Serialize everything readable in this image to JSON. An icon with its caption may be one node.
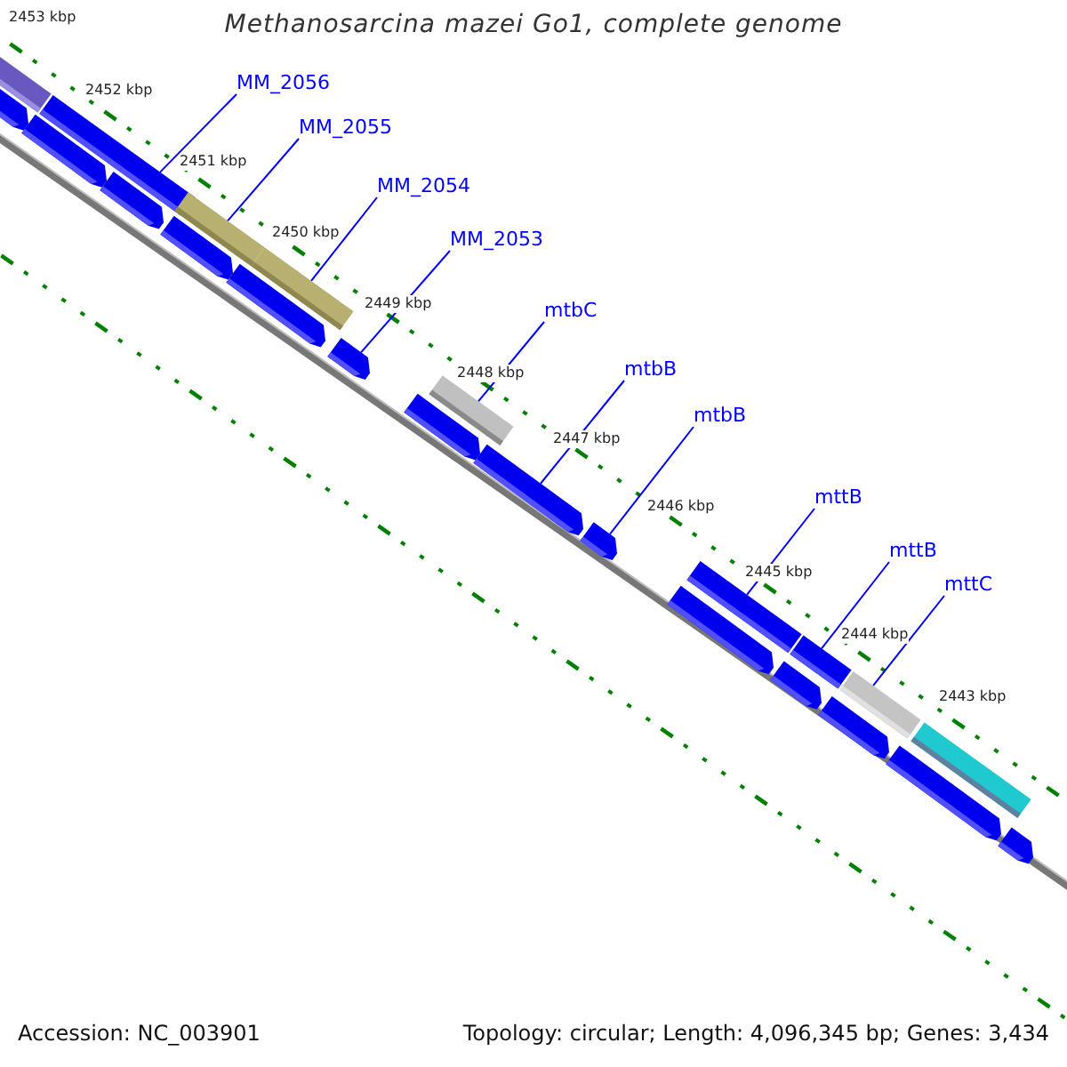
{
  "diagram": {
    "title": "Methanosarcina mazei Go1, complete genome",
    "nodes": [
      {
        "text": [
          "MM_2056"
        ]
      },
      {
        "text": [
          "MM_2055"
        ]
      },
      {
        "text": [
          "MM_2054"
        ]
      },
      {
        "text": [
          "MM_2053"
        ]
      },
      {
        "text": [
          "mtbC"
        ]
      },
      {
        "text": [
          "mtbB"
        ]
      },
      {
        "text": [
          "mtbB"
        ]
      },
      {
        "text": [
          "mttB"
        ]
      },
      {
        "text": [
          "mttB"
        ]
      },
      {
        "text": [
          "mttC"
        ]
      },
      {
        "text": [],
        "shape": "bar"
      },
      {
        "text": [],
        "shape": "pentagon"
      },
      {
        "text": [],
        "shape": "pentagon"
      },
      {
        "text": [],
        "shape": "bar"
      },
      {
        "text": [],
        "shape": "pentagon"
      },
      {
        "text": [],
        "shape": "pentagon"
      },
      {
        "text": [],
        "shape": "bar"
      },
      {
        "text": [],
        "shape": "pentagon"
      },
      {
        "text": [],
        "shape": "bar"
      },
      {
        "text": [],
        "shape": "pentagon"
      },
      {
        "text": [],
        "shape": "pentagon"
      },
      {
        "text": [],
        "shape": "bar"
      },
      {
        "text": [],
        "shape": "pentagon"
      },
      {
        "text": [],
        "shape": "pentagon"
      },
      {
        "text": [],
        "shape": "pentagon"
      },
      {
        "text": [],
        "shape": "bar"
      },
      {
        "text": [],
        "shape": "pentagon"
      },
      {
        "text": [],
        "shape": "bar"
      },
      {
        "text": [],
        "shape": "pentagon"
      },
      {
        "text": [],
        "shape": "bar"
      },
      {
        "text": [],
        "shape": "pentagon"
      },
      {
        "text": [],
        "shape": "bar"
      },
      {
        "text": [],
        "shape": "pentagon"
      }
    ],
    "edges": [
      {
        "from": 0,
        "to": 13,
        "arrow": "none"
      },
      {
        "from": 1,
        "to": 16,
        "arrow": "none"
      },
      {
        "from": 2,
        "to": 18,
        "arrow": "none"
      },
      {
        "from": 3,
        "to": 19,
        "arrow": "none"
      },
      {
        "from": 4,
        "to": 21,
        "arrow": "none"
      },
      {
        "from": 5,
        "to": 22,
        "arrow": "none"
      },
      {
        "from": 6,
        "to": 23,
        "arrow": "none"
      },
      {
        "from": 7,
        "to": 25,
        "arrow": "none"
      },
      {
        "from": 8,
        "to": 27,
        "arrow": "none"
      },
      {
        "from": 9,
        "to": 29,
        "arrow": "none"
      }
    ],
    "labels": [
      "2453 kbp",
      "2452 kbp",
      "2451 kbp",
      "2450 kbp",
      "2449 kbp",
      "2448 kbp",
      "2447 kbp",
      "2446 kbp",
      "2445 kbp",
      "2444 kbp",
      "2443 kbp",
      "Accession: NC_003901",
      "Topology: circular; Length: 4,096,345 bp; Genes: 3,434"
    ]
  }
}
